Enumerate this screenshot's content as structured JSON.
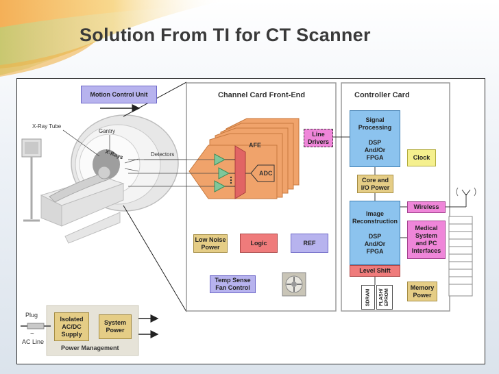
{
  "slide": {
    "title": "Solution From TI for CT Scanner"
  },
  "scanner": {
    "motion_control": "Motion Control Unit",
    "xray_tube": "X-Ray Tube",
    "gantry": "Gantry",
    "xrays": "X-Rays",
    "detectors": "Detectors"
  },
  "channel_card": {
    "title": "Channel Card Front-End",
    "afe": "AFE",
    "adc": "ADC",
    "line_drivers": "Line\nDrivers",
    "low_noise_power": "Low Noise\nPower",
    "logic": "Logic",
    "ref": "REF",
    "temp_sense": "Temp Sense\nFan Control"
  },
  "controller_card": {
    "title": "Controller Card",
    "signal_processing": "Signal\nProcessing\n\nDSP\nAnd/Or\nFPGA",
    "clock": "Clock",
    "core_io_power": "Core and\nI/O Power",
    "image_recon": "Image\nReconstruction\n\nDSP\nAnd/Or\nFPGA",
    "wireless": "Wireless",
    "medical_interfaces": "Medical\nSystem\nand PC\nInterfaces",
    "level_shift": "Level Shift",
    "sdram": "SDRAM",
    "flash_eprom": "FLASH/\nEPROM",
    "memory_power": "Memory\nPower"
  },
  "power": {
    "plug": "Plug",
    "ac_line": "AC Line",
    "tilde": "~",
    "isolated": "Isolated\nAC/DC\nSupply",
    "system_power": "System\nPower",
    "management": "Power Management"
  },
  "colors": {
    "purple": "#b7b3ee",
    "orange": "#f0a36b",
    "blue": "#8cc3ee",
    "yellow": "#f5f08e",
    "tan": "#e5cd86",
    "red": "#ef7b7b",
    "pink": "#ef86d9",
    "gray_box": "#c9c5b7"
  }
}
